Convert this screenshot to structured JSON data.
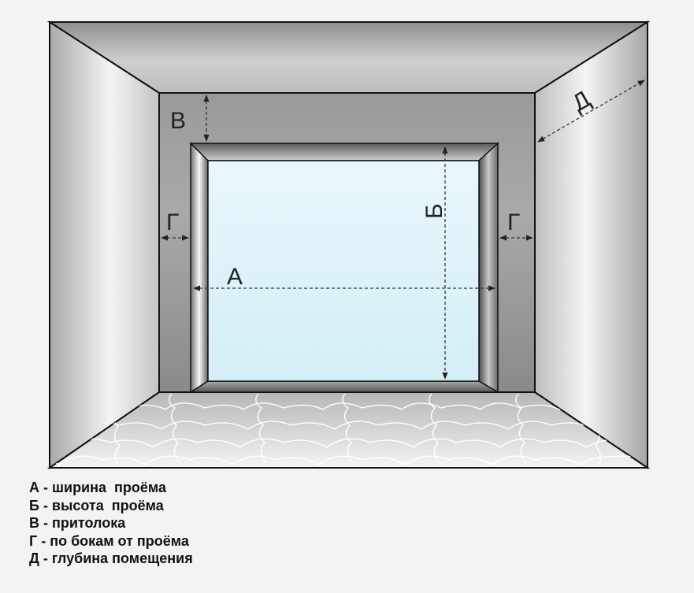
{
  "labels": {
    "a": "А",
    "b": "Б",
    "v": "В",
    "g_left": "Г",
    "g_right": "Г",
    "d": "Д"
  },
  "legend": [
    "А - ширина  проёма",
    "Б - высота  проёма",
    "В - притолока",
    "Г - по бокам от проёма",
    "Д - глубина помещения"
  ],
  "colors": {
    "background": "#f2f3f5",
    "frame_stroke": "#111111",
    "window_glass": "#d9f0f7"
  }
}
